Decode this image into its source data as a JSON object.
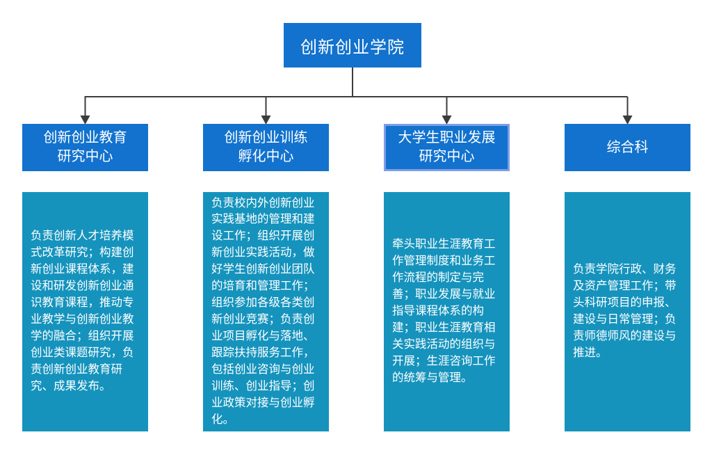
{
  "diagram": {
    "type": "org-chart",
    "root": {
      "label": "创新创业学院"
    },
    "departments": [
      {
        "name": "创新创业教育\n研究中心",
        "highlighted": false,
        "description": "负责创新人才培养模式改革研究；构建创新创业课程体系，建设和研发创新创业通识教育课程，推动专业教学与创新创业教学的融合；组织开展创业类课题研究，负责创新创业教育研究、成果发布。"
      },
      {
        "name": "创新创业训练\n孵化中心",
        "highlighted": false,
        "description": "负责校内外创新创业实践基地的管理和建设工作；组织开展创新创业实践活动，做好学生创新创业团队的培育和管理工作；组织参加各级各类创新创业竞赛；负责创业项目孵化与落地、跟踪扶持服务工作，包括创业咨询与创业训练、创业指导；创业政策对接与创业孵化。"
      },
      {
        "name": "大学生职业发展\n研究中心",
        "highlighted": true,
        "description": "牵头职业生涯教育工作管理制度和业务工作流程的制定与完善；职业发展与就业指导课程体系的构建；职业生涯教育相关实践活动的组织与开展；生涯咨询工作的统筹与管理。"
      },
      {
        "name": "综合科",
        "highlighted": false,
        "description": "负责学院行政、财务及资产管理工作；带头科研项目的申报、建设与日常管理；负责师德师风的建设与推进。"
      }
    ],
    "colors": {
      "node_blue": "#1272ce",
      "panel_teal": "#1593bd",
      "connector": "#3c3c3c",
      "highlight_border": "#7d9ee8",
      "text": "#ffffff"
    }
  }
}
